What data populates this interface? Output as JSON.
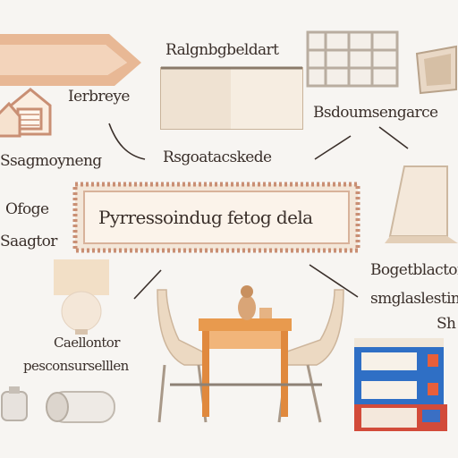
{
  "diagram": {
    "center_title": "Pyrressoindug fetog dela",
    "labels": {
      "top_center": "Ralgnbgbeldart",
      "house": "Ierbreye",
      "right_top": "Bsdoumsengarce",
      "middle_center": "Rsgoatacskede",
      "left_mid": "Ssagmoyneng",
      "left_a": "Ofoge",
      "left_b": "Saagtor",
      "right_mid_a": "Bogetblactor",
      "right_mid_b": "smglaslestin",
      "right_mid_c": "Sh",
      "bottom_left_a": "Caellontor",
      "bottom_left_b": "pesconsurselllen"
    },
    "colors": {
      "accent": "#e8b895",
      "frame": "#c98f74",
      "binder_blue": "#2f6fc5",
      "binder_red": "#d24b3a",
      "desk": "#e89a4e",
      "chair": "#ead7bf"
    },
    "icons": [
      "arrow-banner-icon",
      "house-icon",
      "shelf-icon",
      "frame-icon",
      "book-icon",
      "lamp-icon",
      "desk-icon",
      "chair-icon",
      "binder-icon",
      "bottle-icon",
      "roll-icon"
    ]
  }
}
